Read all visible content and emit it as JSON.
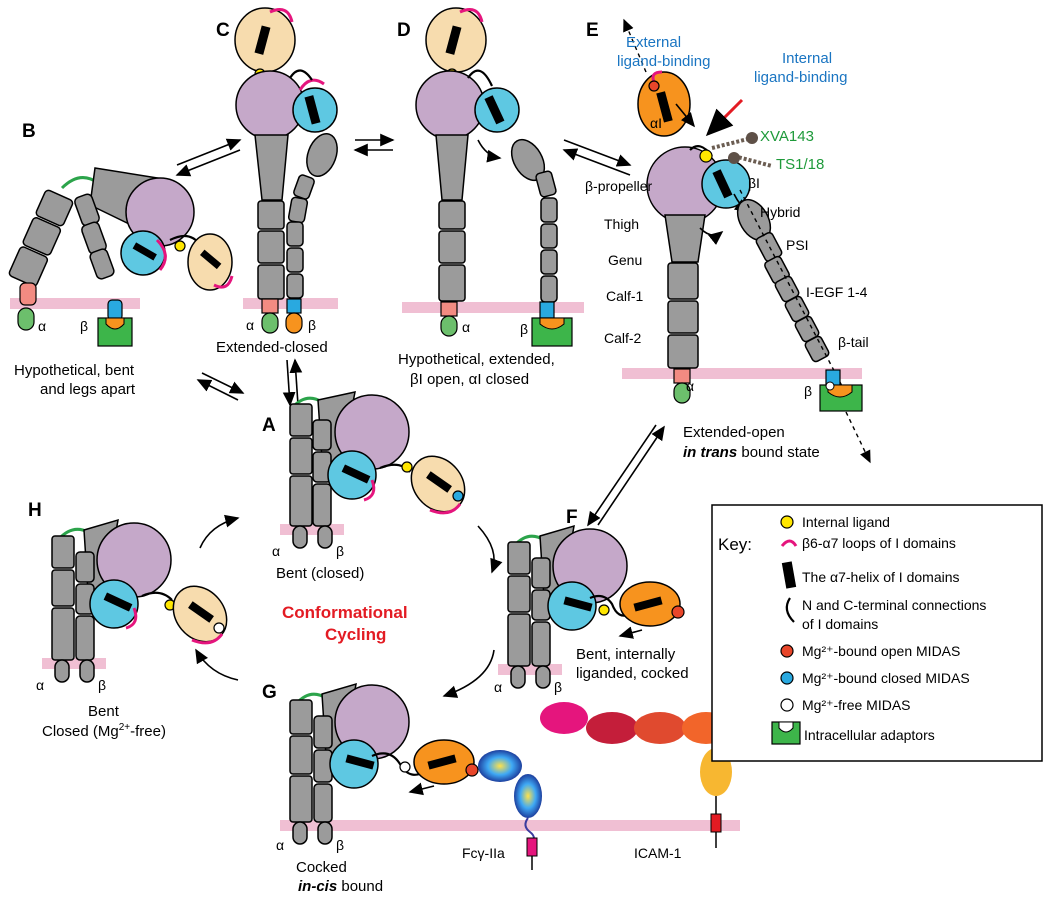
{
  "panels": {
    "A": "A",
    "B": "B",
    "C": "C",
    "D": "D",
    "E": "E",
    "F": "F",
    "G": "G",
    "H": "H"
  },
  "captions": {
    "B1": "Hypothetical, bent",
    "B2": "and legs apart",
    "C1": "Extended-closed",
    "D1": "Hypothetical, extended,",
    "D2": "βI open, αI closed",
    "E1": "Extended-open",
    "E2": "in trans",
    "E3": " bound state",
    "A1": "Bent (closed)",
    "H1": "Bent",
    "H2": "Closed (Mg",
    "H2sup": "2+",
    "H2end": "-free)",
    "F1": "Bent, internally",
    "F2": "liganded, cocked",
    "G1": "Cocked",
    "G2": "in-cis",
    "G3": " bound"
  },
  "center_title": [
    "Conformational",
    "Cycling"
  ],
  "subunits": {
    "alpha": "α",
    "beta": "β"
  },
  "domain_labels": {
    "alphaI": "αI",
    "propeller": "β-propeller",
    "betaI": "βI",
    "thigh": "Thigh",
    "genu": "Genu",
    "calf1": "Calf-1",
    "calf2": "Calf-2",
    "hybrid": "Hybrid",
    "psi": "PSI",
    "iegf": "I-EGF 1-4",
    "btail": "β-tail"
  },
  "annotations": {
    "external1": "External",
    "external2": "ligand-binding",
    "internal1": "Internal",
    "internal2": "ligand-binding",
    "xva": "XVA143",
    "ts": "TS1/18"
  },
  "ligands": {
    "fcg": "Fcγ-IIa",
    "icam": "ICAM-1"
  },
  "key": {
    "title": "Key:",
    "items": [
      "Internal ligand",
      "β6-α7 loops of I domains",
      "The α7-helix of I domains",
      "N and C-terminal connections",
      "of I domains",
      "Mg²⁺-bound open MIDAS",
      "Mg²⁺-bound closed MIDAS",
      "Mg²⁺-free MIDAS",
      "Intracellular adaptors"
    ]
  },
  "colors": {
    "propeller": "#c5a8c9",
    "betaI": "#5ec8e2",
    "alphaI_closed": "#f7dcae",
    "alphaI_open": "#f7931e",
    "leg": "#9b9b9b",
    "membrane": "#f0bfd3",
    "loop": "#e5157d",
    "internal_ligand": "#ffe600",
    "open_midas": "#e8462a",
    "closed_midas": "#29a9e0",
    "adaptor": "#3db54a",
    "annotation_blue": "#1a75c2",
    "annotation_green": "#1e9a3a",
    "title_red": "#e31b23"
  }
}
